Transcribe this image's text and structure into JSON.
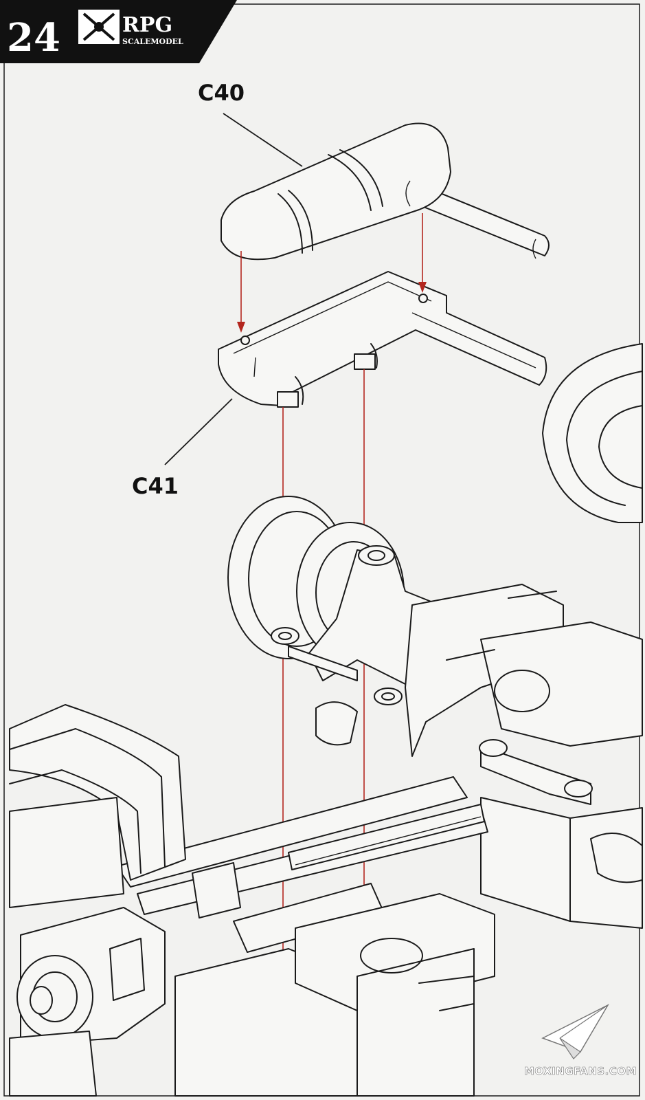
{
  "header": {
    "step_number": "24",
    "brand": "RPG",
    "brand_sub": "SCALEMODEL"
  },
  "callouts": {
    "part_c40": "C40",
    "part_c41": "C41"
  },
  "watermark": {
    "text": "MOXINGFANS.COM"
  },
  "icons": {
    "brand_logo": "crossed-swords-icon",
    "watermark_logo": "paper-plane-icon"
  },
  "colors": {
    "arrow": "#b3261e",
    "header_bg": "#111111",
    "paper": "#f2f2f0"
  }
}
